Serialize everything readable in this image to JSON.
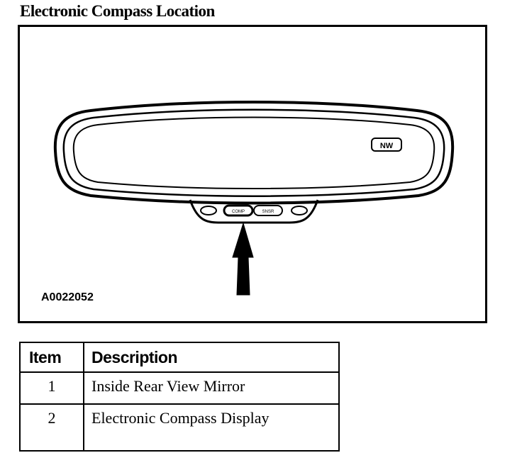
{
  "title": "Electronic Compass Location",
  "figure": {
    "id_label": "A0022052",
    "mirror_display_text": "NW",
    "button_left_text": "COMP",
    "button_right_text": "SNSR"
  },
  "legend": {
    "headers": {
      "item": "Item",
      "description": "Description"
    },
    "rows": [
      {
        "item": "1",
        "description": "Inside Rear View Mirror"
      },
      {
        "item": "2",
        "description": "Electronic Compass Display"
      }
    ]
  }
}
